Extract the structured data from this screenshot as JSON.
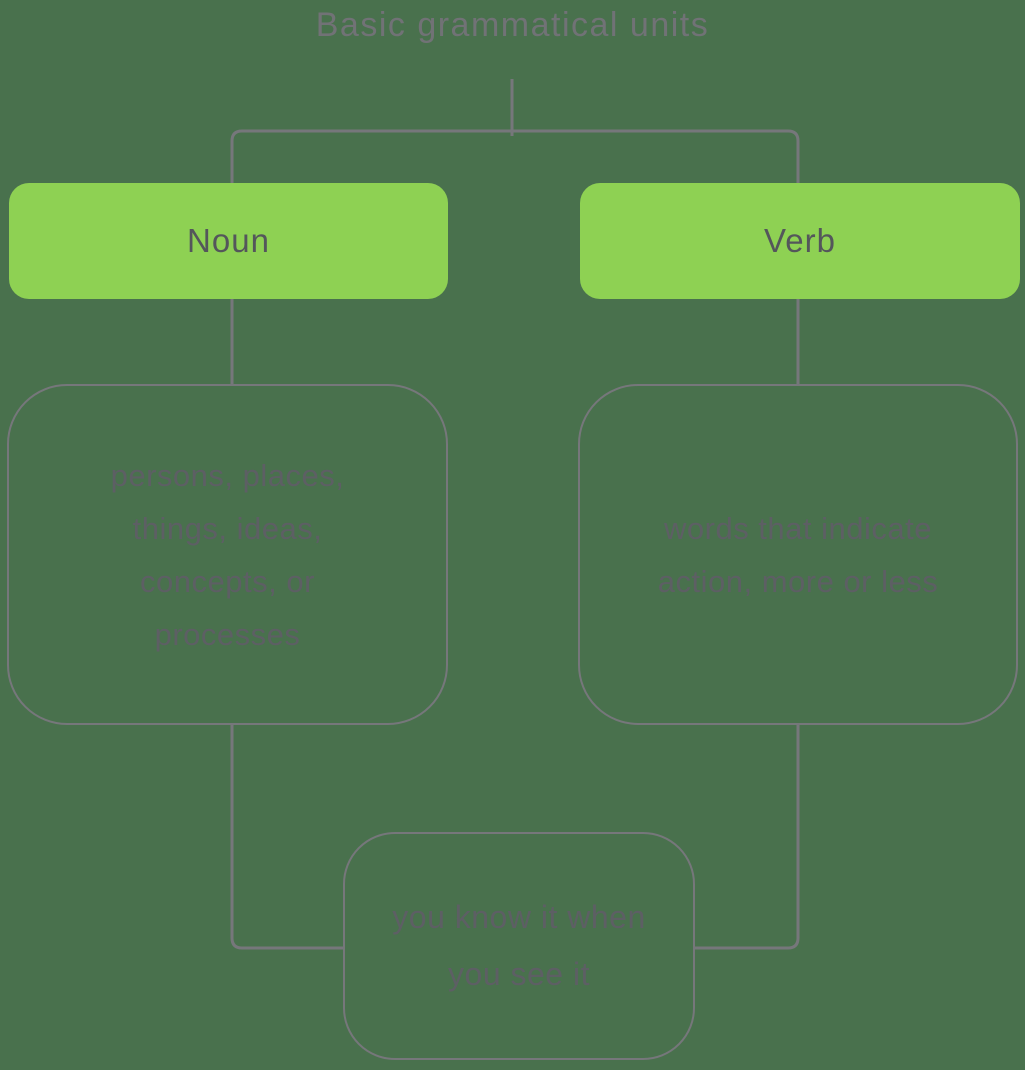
{
  "diagram": {
    "title": "Basic grammatical units",
    "colors": {
      "bg": "#49714D",
      "node_green": "#8ED153",
      "line": "#76777B",
      "title_text": "#717276",
      "green_text": "#54565B",
      "muted_text": "#5D5F64"
    },
    "nodes": {
      "noun": {
        "label": "Noun"
      },
      "verb": {
        "label": "Verb"
      },
      "noun_desc": {
        "text": "persons, places, things, ideas, concepts, or processes",
        "lines": [
          "persons, places,",
          "things, ideas,",
          "concepts, or",
          "processes"
        ]
      },
      "verb_desc": {
        "text": "words that indicate action, more or less",
        "lines": [
          "words that indicate",
          "action, more or less"
        ]
      },
      "shared": {
        "text": "you know it when you see it",
        "lines": [
          "you know it when",
          "you see it"
        ]
      }
    }
  }
}
